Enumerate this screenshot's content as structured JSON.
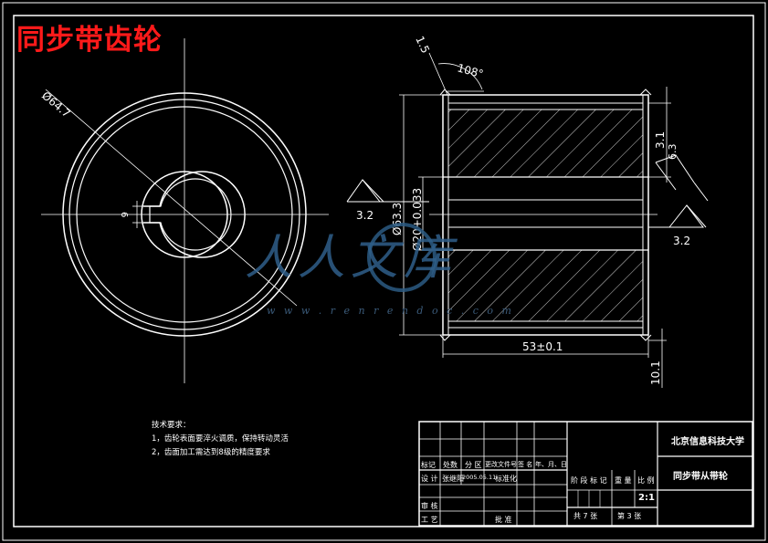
{
  "title": "同步带齿轮",
  "dimensions": {
    "outer_diameter": "Ø64.7",
    "key_width": "6",
    "roughness_left": "3.2",
    "chamfer": "1.5",
    "angle": "108°",
    "tooth_height": "3.1",
    "roughness_right_top": "6.3",
    "pitch_diameter": "Ø63.3",
    "bore_diameter": "Ø20+0.033",
    "roughness_right": "3.2",
    "width": "53±0.1",
    "flange": "10.1"
  },
  "technical_requirements": {
    "heading": "技术要求：",
    "line1": "1，齿轮表面要淬火调质，保持转动灵活",
    "line2": "2，齿面加工需达到8级的精度要求"
  },
  "watermark": {
    "text": "人人文库",
    "url": "w w w . r e n r e n d o c . c o m"
  },
  "title_block": {
    "school": "北京信息科技大学",
    "drawing_name": "同步带从带轮",
    "mark_label": "标记",
    "count_label": "处数",
    "zone_label": "分 区",
    "change_doc_label": "更改文件号",
    "signature_label": "签 名",
    "date_label": "年、月、日",
    "design_label": "设 计",
    "designer": "张继阳",
    "design_date": "2005.05.11",
    "standardize_label": "标准化",
    "stage_label": "阶 段 标 记",
    "weight_label": "重 量",
    "scale_label": "比 例",
    "scale_value": "2:1",
    "review_label": "审 核",
    "process_label": "工 艺",
    "approve_label": "批 准",
    "total_sheets": "共 7 张",
    "sheet_no": "第 3 张"
  }
}
